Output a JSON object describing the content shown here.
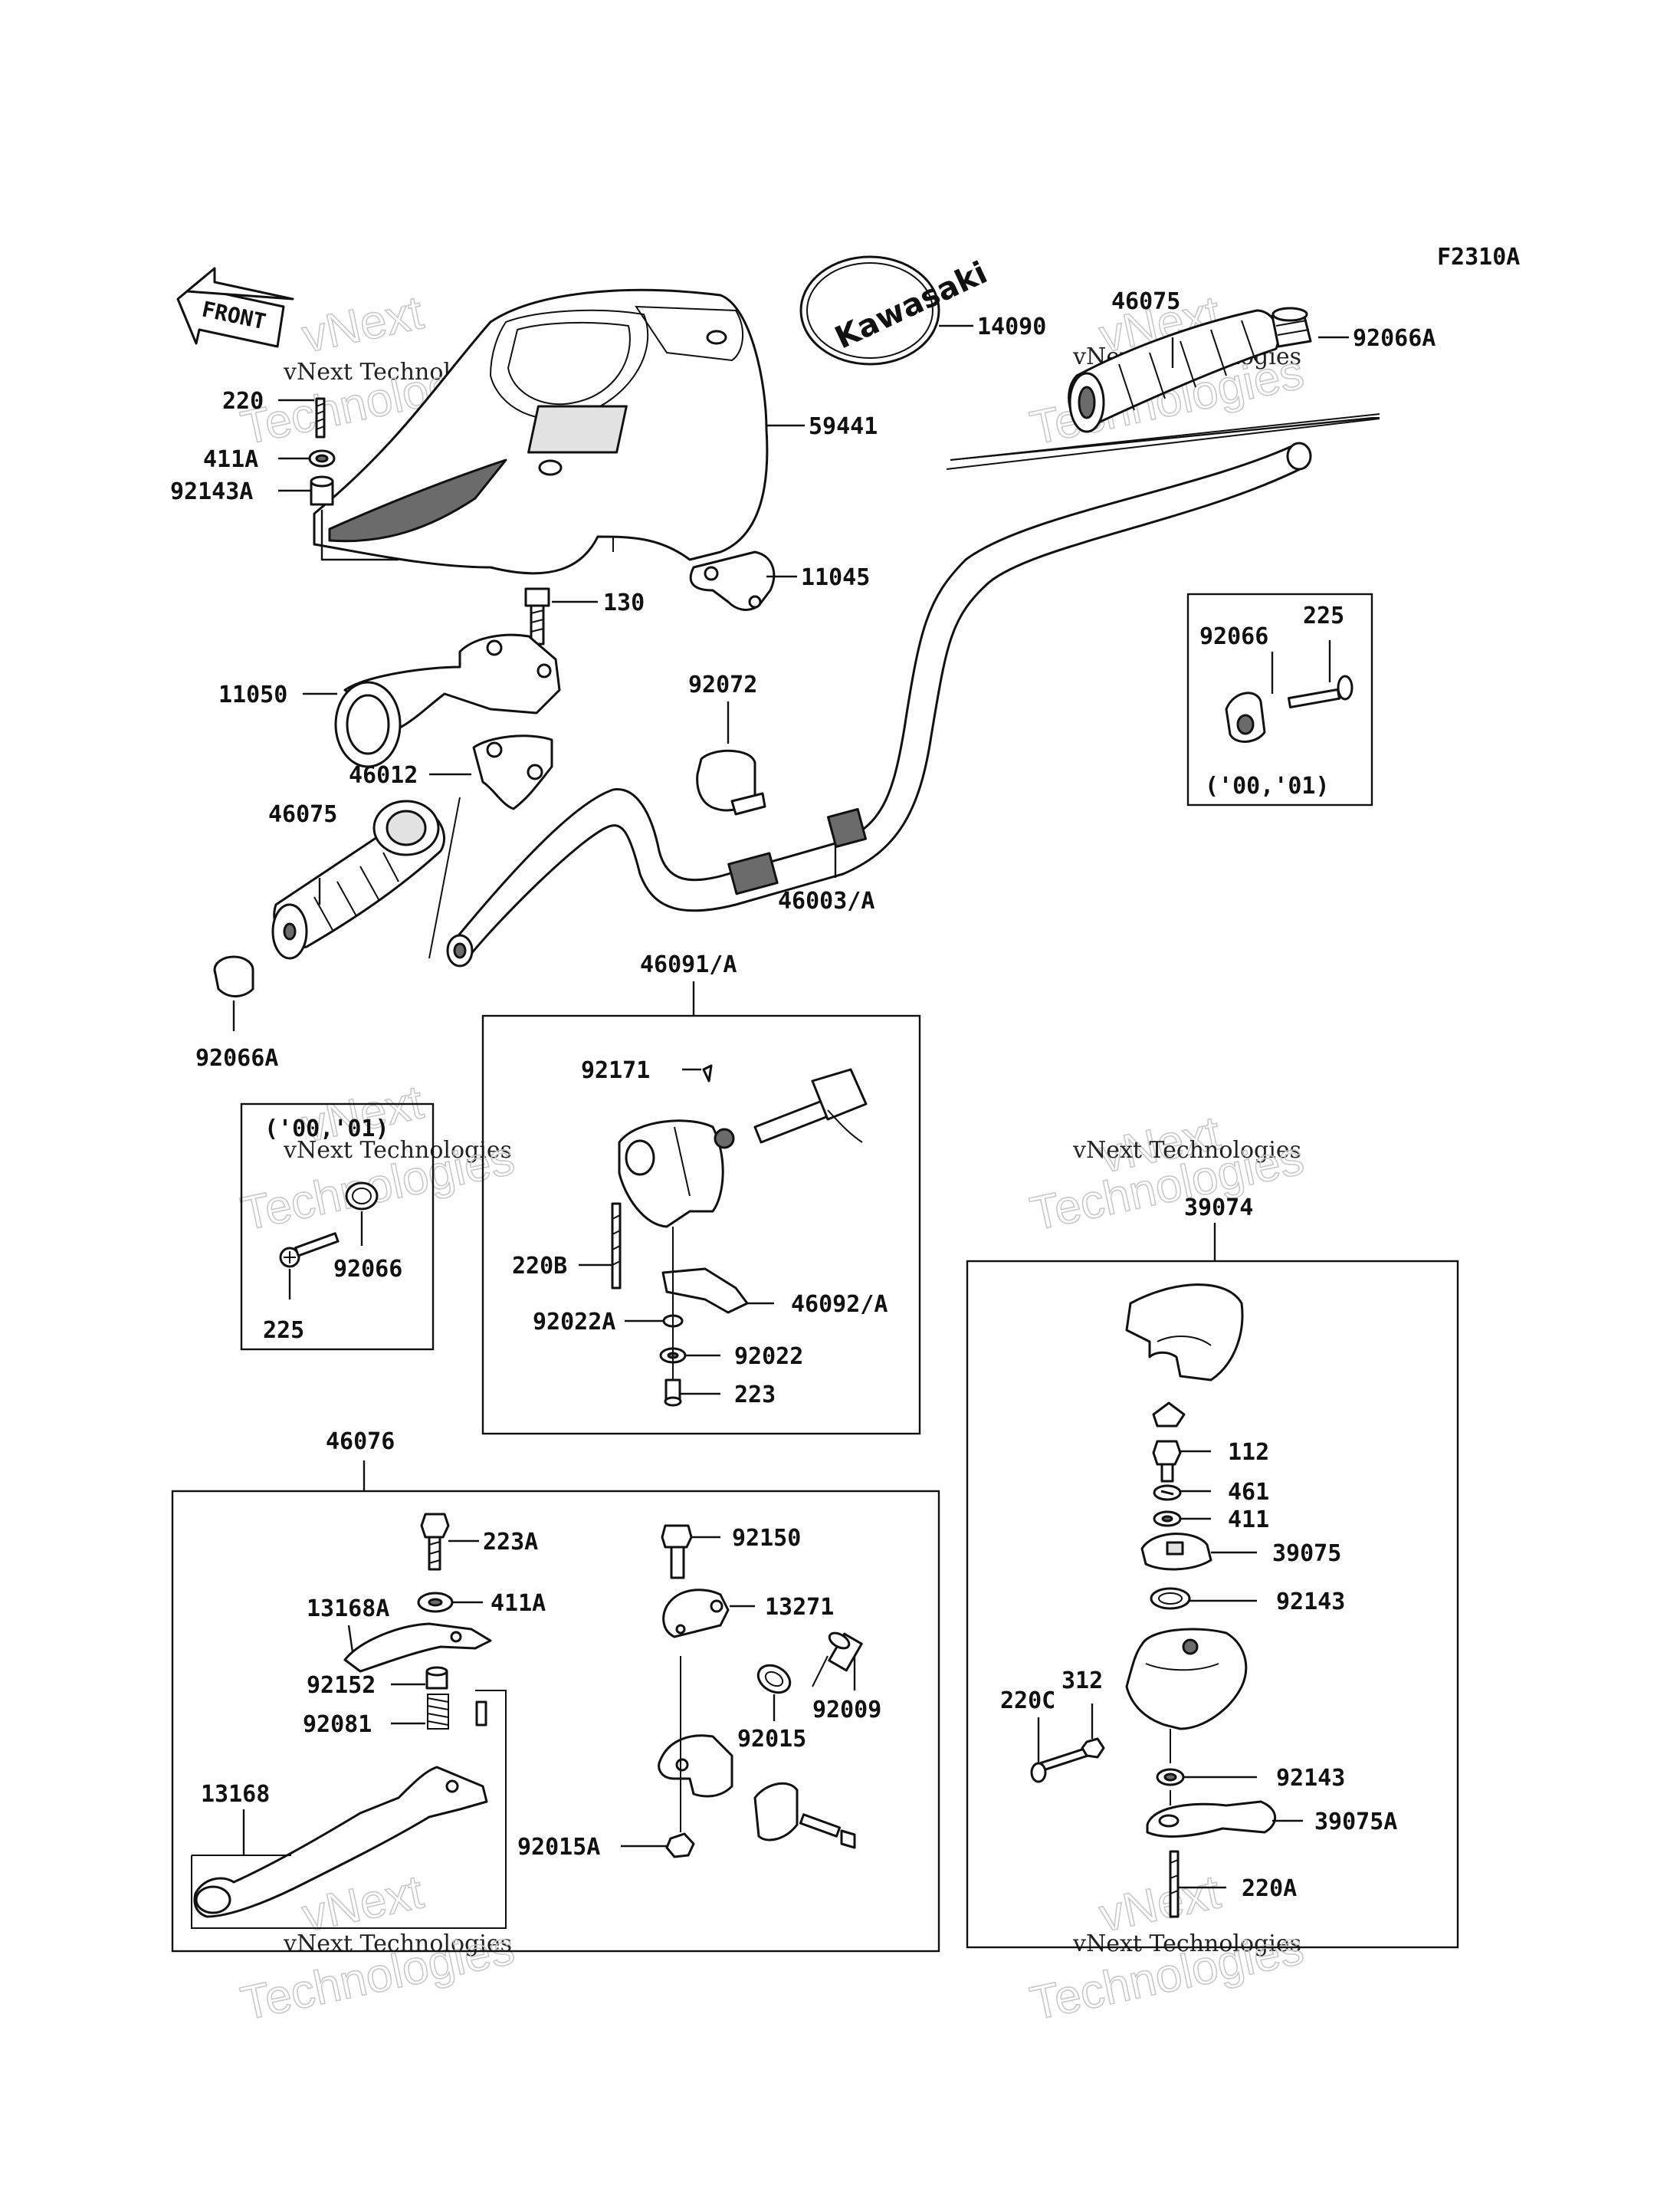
{
  "figure_code": "F2310A",
  "front_label": "FRONT",
  "logo_text": "Kawasaki",
  "watermark": {
    "line1": "vNext",
    "line2": "vNext Technologies",
    "line3": "Technologies"
  },
  "callouts": [
    {
      "id": "59441",
      "text": "59441"
    },
    {
      "id": "14090",
      "text": "14090"
    },
    {
      "id": "46075-top",
      "text": "46075"
    },
    {
      "id": "92066A-top",
      "text": "92066A"
    },
    {
      "id": "220",
      "text": "220"
    },
    {
      "id": "411A",
      "text": "411A"
    },
    {
      "id": "92143A",
      "text": "92143A"
    },
    {
      "id": "130",
      "text": "130"
    },
    {
      "id": "11045",
      "text": "11045"
    },
    {
      "id": "11050",
      "text": "11050"
    },
    {
      "id": "92072",
      "text": "92072"
    },
    {
      "id": "46012",
      "text": "46012"
    },
    {
      "id": "46075-left",
      "text": "46075"
    },
    {
      "id": "46003A",
      "text": "46003/A"
    },
    {
      "id": "92066A-left",
      "text": "92066A"
    },
    {
      "id": "92066-box1",
      "text": "92066"
    },
    {
      "id": "225-box1",
      "text": "225"
    },
    {
      "id": "46091A",
      "text": "46091/A"
    },
    {
      "id": "92171",
      "text": "92171"
    },
    {
      "id": "220B",
      "text": "220B"
    },
    {
      "id": "92022A",
      "text": "92022A"
    },
    {
      "id": "46092A",
      "text": "46092/A"
    },
    {
      "id": "92022",
      "text": "92022"
    },
    {
      "id": "223",
      "text": "223"
    },
    {
      "id": "92066-box2",
      "text": "92066"
    },
    {
      "id": "225-box2",
      "text": "225"
    },
    {
      "id": "39074",
      "text": "39074"
    },
    {
      "id": "112",
      "text": "112"
    },
    {
      "id": "461",
      "text": "461"
    },
    {
      "id": "411",
      "text": "411"
    },
    {
      "id": "39075",
      "text": "39075"
    },
    {
      "id": "92143-a",
      "text": "92143"
    },
    {
      "id": "312",
      "text": "312"
    },
    {
      "id": "220C",
      "text": "220C"
    },
    {
      "id": "92143-b",
      "text": "92143"
    },
    {
      "id": "39075A",
      "text": "39075A"
    },
    {
      "id": "220A",
      "text": "220A"
    },
    {
      "id": "46076",
      "text": "46076"
    },
    {
      "id": "223A",
      "text": "223A"
    },
    {
      "id": "92150",
      "text": "92150"
    },
    {
      "id": "13168A",
      "text": "13168A"
    },
    {
      "id": "411A-lever",
      "text": "411A"
    },
    {
      "id": "13271",
      "text": "13271"
    },
    {
      "id": "92152",
      "text": "92152"
    },
    {
      "id": "92009",
      "text": "92009"
    },
    {
      "id": "92081",
      "text": "92081"
    },
    {
      "id": "92015",
      "text": "92015"
    },
    {
      "id": "13168",
      "text": "13168"
    },
    {
      "id": "92015A",
      "text": "92015A"
    }
  ],
  "notes": {
    "box1_year": "('00,'01)",
    "box2_year": "('00,'01)"
  }
}
